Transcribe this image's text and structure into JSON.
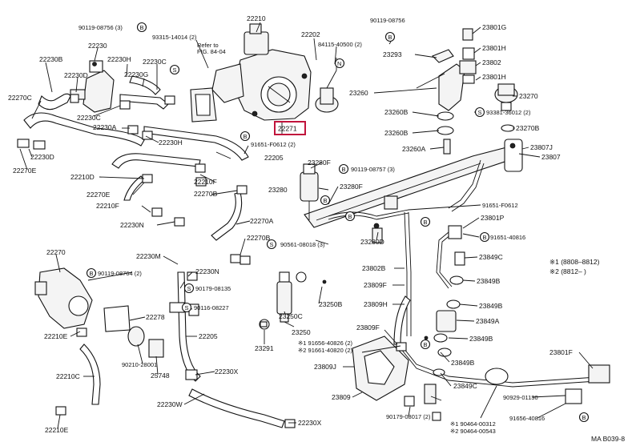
{
  "highlight": {
    "part": "22271",
    "color": "#c0143c"
  },
  "labels": {
    "l22210": "22210",
    "l22202": "22202",
    "l90119_08756a": "90119-08756 (3)",
    "l22230": "22230",
    "l93315": "93315-14014 (2)",
    "l_refer1": "Refer to",
    "l_refer2": "FIG. 84-04",
    "l84115": "84115-40500 (2)",
    "l22230B": "22230B",
    "l22230H_top": "22230H",
    "l22230D": "22230D",
    "l22230C_top": "22230C",
    "l22230G": "22230G",
    "l22270C": "22270C",
    "l22230C": "22230C",
    "l22230A": "22230A",
    "l22230H": "22230H",
    "l22230D_l": "22230D",
    "l22270E": "22270E",
    "l22271": "22271",
    "l91651_f0612a": "91651-F0612 (2)",
    "l22205": "22205",
    "l22210D": "22210D",
    "l22210F": "22210F",
    "l22270E_m": "22270E",
    "l22210F_m": "22210F",
    "l22270B": "22270B",
    "l22230N": "22230N",
    "l22270A": "22270A",
    "l22270B_m": "22270B",
    "l22270": "22270",
    "l22230M": "22230M",
    "l22230N_m": "22230N",
    "l90119_08764": "90119-08764 (2)",
    "l90179_08135": "90179-08135",
    "l90116_08227": "90116-08227",
    "l22278": "22278",
    "l22210E": "22210E",
    "l90210_28001": "90210-28001",
    "l25748": "25748",
    "l22205_l": "22205",
    "l22210C": "22210C",
    "l22230X": "22230X",
    "l22230W": "22230W",
    "l22230X_b": "22230X",
    "l22210E_b": "22210E",
    "l90119_08756b": "90119-08756",
    "l23801G": "23801G",
    "l23293": "23293",
    "l23801H": "23801H",
    "l23802": "23802",
    "l23801H_b": "23801H",
    "l23260": "23260",
    "l23270": "23270",
    "l23260B": "23260B",
    "l93381": "93381-36012 (2)",
    "l23260B_b": "23260B",
    "l23270B": "23270B",
    "l23260A": "23260A",
    "l23807J": "23807J",
    "l23807": "23807",
    "l23280F": "23280F",
    "l90119_08757": "90119-08757 (3)",
    "l23280": "23280",
    "l23280F_b": "23280F",
    "l91651_f0612b": "91651-F0612",
    "l23801P": "23801P",
    "l23280D": "23280D",
    "l90561": "90561-08018 (3)",
    "l91651_40816": "91651-40816",
    "l23849C": "23849C",
    "l23802B": "23802B",
    "l_note1": "※1 (8808–8812)",
    "l_note2": "※2 (8812–       )",
    "l23849B": "23849B",
    "l23809F": "23809F",
    "l23250C": "23250C",
    "l23250B": "23250B",
    "l23809H": "23809H",
    "l23849B_2": "23849B",
    "l23250": "23250",
    "l23849A": "23849A",
    "l23809F_b": "23809F",
    "l23849B_3": "23849B",
    "l23291": "23291",
    "l91656": "※1 91656-40826 (2)",
    "l91661": "※2 91661-40820 (2)",
    "l23809J": "23809J",
    "l23849B_4": "23849B",
    "l23801F": "23801F",
    "l23809": "23809",
    "l23849C_b": "23849C",
    "l90929": "90929-01130",
    "l90179_08017": "90179-08017 (2)",
    "l90464_1": "※1 90464-00312",
    "l90464_2": "※2 90464-00543",
    "l91656_40816": "91656-40816",
    "l_footer": "MA  B039-8",
    "circle_S": "S",
    "circle_B": "B",
    "circle_N": "N"
  }
}
